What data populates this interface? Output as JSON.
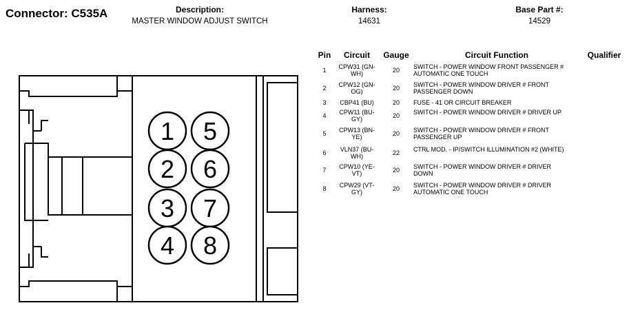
{
  "connector": {
    "title": "Connector: C535A"
  },
  "header": {
    "description": {
      "label": "Description:",
      "value": "MASTER WINDOW ADJUST SWITCH"
    },
    "harness": {
      "label": "Harness:",
      "value": "14631"
    },
    "base_part": {
      "label": "Base Part #:",
      "value": "14529"
    }
  },
  "table": {
    "columns": [
      "Pin",
      "Circuit",
      "Gauge",
      "Circuit Function",
      "Qualifier"
    ],
    "rows": [
      {
        "pin": "1",
        "circuit": [
          "CPW31 (GN-",
          "WH)"
        ],
        "gauge": "20",
        "function": [
          "SWITCH - POWER WINDOW FRONT PASSENGER #",
          "AUTOMATIC ONE TOUCH"
        ],
        "qualifier": ""
      },
      {
        "pin": "2",
        "circuit": [
          "CPW12 (GN-",
          "OG)"
        ],
        "gauge": "20",
        "function": [
          "SWITCH - POWER WINDOW DRIVER # FRONT",
          "PASSENGER DOWN"
        ],
        "qualifier": ""
      },
      {
        "pin": "3",
        "circuit": [
          "CBP41 (BU)"
        ],
        "gauge": "20",
        "function": [
          "FUSE - 41 OR CIRCUIT BREAKER"
        ],
        "qualifier": ""
      },
      {
        "pin": "4",
        "circuit": [
          "CPW11 (BU-",
          "GY)"
        ],
        "gauge": "20",
        "function": [
          "SWITCH - POWER WINDOW DRIVER # DRIVER UP"
        ],
        "qualifier": ""
      },
      {
        "pin": "5",
        "circuit": [
          "CPW13 (BN-",
          "YE)"
        ],
        "gauge": "20",
        "function": [
          "SWITCH - POWER WINDOW DRIVER # FRONT",
          "PASSENGER UP"
        ],
        "qualifier": ""
      },
      {
        "pin": "6",
        "circuit": [
          "VLN37 (BU-",
          "WH)"
        ],
        "gauge": "22",
        "function": [
          "CTRL MOD. - IP/SWITCH ILLUMINATION #2 (WHITE)"
        ],
        "qualifier": ""
      },
      {
        "pin": "7",
        "circuit": [
          "CPW10 (YE-",
          "VT)"
        ],
        "gauge": "20",
        "function": [
          "SWITCH - POWER WINDOW DRIVER # DRIVER",
          "DOWN"
        ],
        "qualifier": ""
      },
      {
        "pin": "8",
        "circuit": [
          "CPW29 (VT-",
          "GY)"
        ],
        "gauge": "20",
        "function": [
          "SWITCH - POWER WINDOW DRIVER # DRIVER",
          "AUTOMATIC ONE TOUCH"
        ],
        "qualifier": ""
      }
    ]
  },
  "diagram": {
    "pins_left": [
      "1",
      "2",
      "3",
      "4"
    ],
    "pins_right": [
      "5",
      "6",
      "7",
      "8"
    ]
  }
}
